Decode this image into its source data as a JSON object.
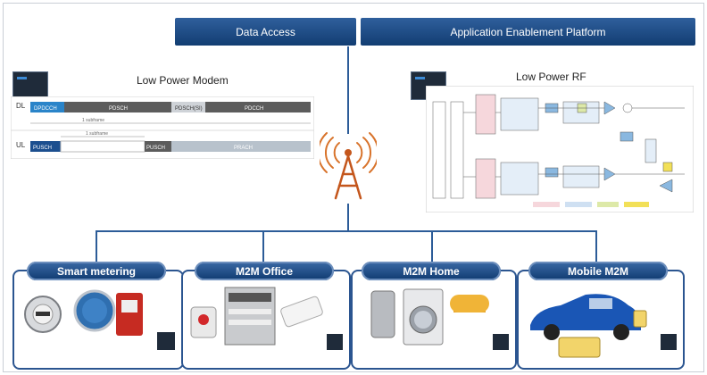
{
  "header": {
    "data_access": "Data Access",
    "application_platform": "Application Enablement Platform"
  },
  "modem": {
    "title": "Low Power Modem",
    "rows": [
      "DL",
      "UL"
    ],
    "dl_blocks": [
      "DPDCCH",
      "PDSCH",
      "PDSCH(SI)",
      "PDCCH"
    ],
    "ul_blocks": [
      "PUSCH",
      "PUSCH",
      "PRACH"
    ],
    "dl_subframe": "1 subframe",
    "ul_subframe": "1 subframe"
  },
  "rf": {
    "title": "Low Power RF"
  },
  "categories": [
    {
      "title": "Smart metering"
    },
    {
      "title": "M2M Office"
    },
    {
      "title": "M2M Home"
    },
    {
      "title": "Mobile M2M"
    }
  ]
}
